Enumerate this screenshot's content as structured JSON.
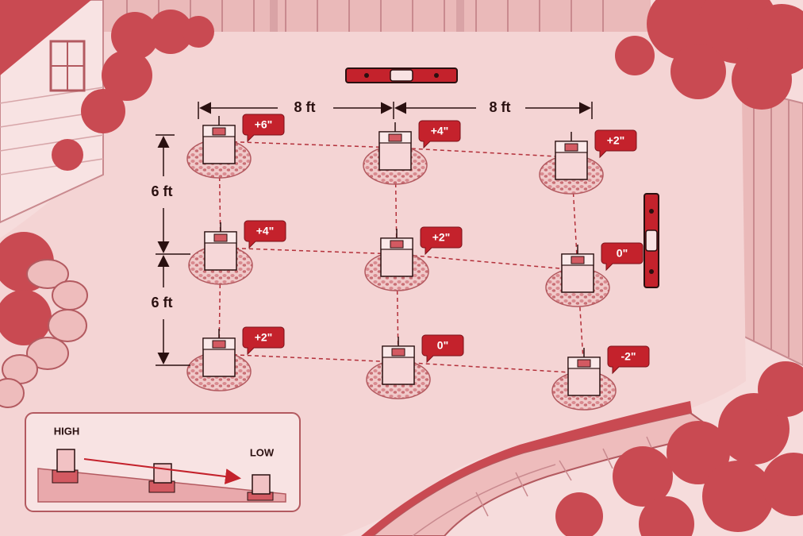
{
  "dimensions": {
    "top_left_span": "8 ft",
    "top_right_span": "8 ft",
    "upper_left_span": "6 ft",
    "lower_left_span": "6 ft"
  },
  "piers": [
    {
      "row": 0,
      "col": 0,
      "label": "+6\""
    },
    {
      "row": 0,
      "col": 1,
      "label": "+4\""
    },
    {
      "row": 0,
      "col": 2,
      "label": "+2\""
    },
    {
      "row": 1,
      "col": 0,
      "label": "+4\""
    },
    {
      "row": 1,
      "col": 1,
      "label": "+2\""
    },
    {
      "row": 1,
      "col": 2,
      "label": "0\""
    },
    {
      "row": 2,
      "col": 0,
      "label": "+2\""
    },
    {
      "row": 2,
      "col": 1,
      "label": "0\""
    },
    {
      "row": 2,
      "col": 2,
      "label": "-2\""
    }
  ],
  "legend": {
    "high_label": "HIGH",
    "low_label": "LOW"
  },
  "colors": {
    "accent": "#c4222c",
    "ground": "#f3d3d3",
    "foliage": "#c94a52",
    "text": "#2a1010"
  }
}
